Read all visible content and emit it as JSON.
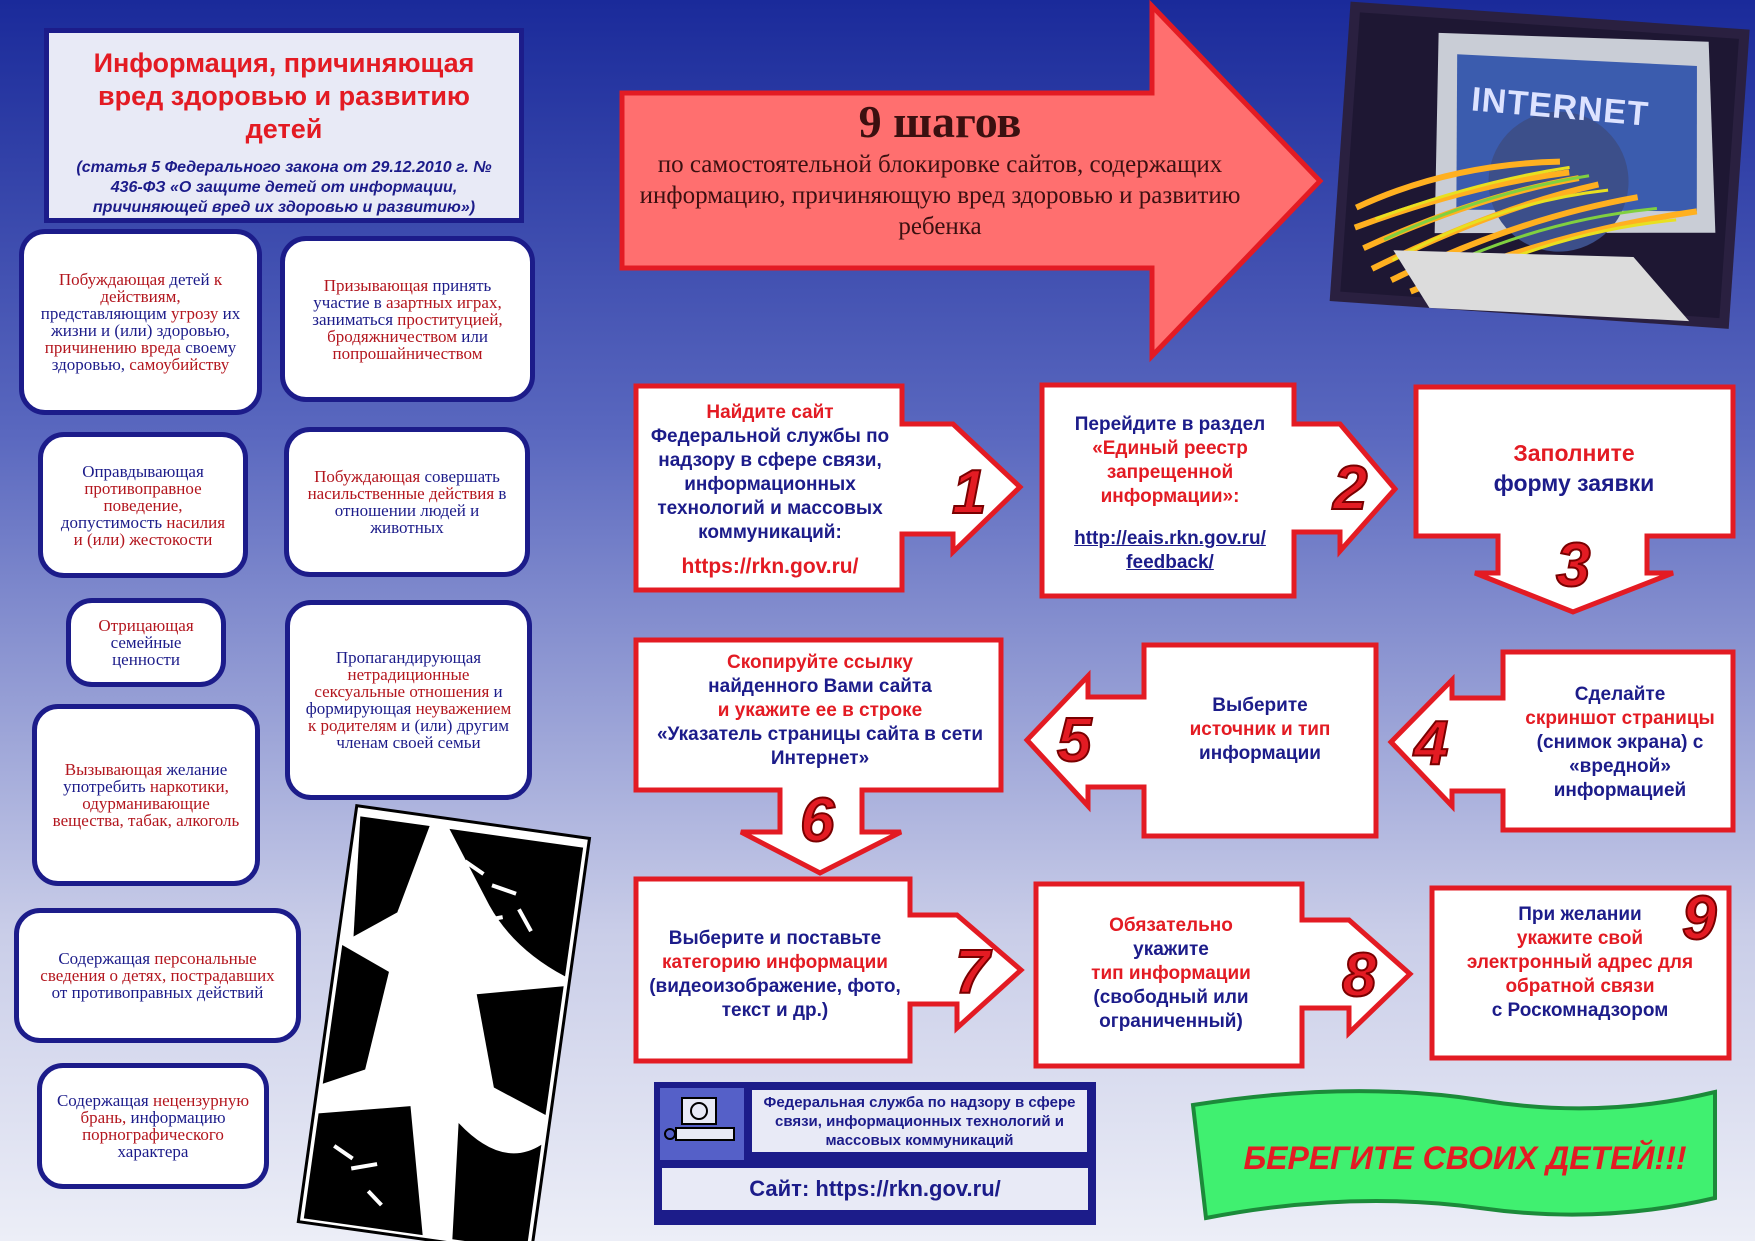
{
  "header": {
    "title": "Информация, причиняющая вред здоровью и развитию детей",
    "subtitle": "(статья 5 Федерального закона от 29.12.2010 г. № 436-ФЗ «О защите детей от информации, причиняющей вред  их здоровью и развитию»)"
  },
  "categories": [
    {
      "parts": [
        {
          "t": "Побуждающая",
          "r": true
        },
        {
          "t": " детей ",
          "r": false
        },
        {
          "t": "к действиям,",
          "r": true
        },
        {
          "t": " представляющим ",
          "r": false
        },
        {
          "t": "угрозу",
          "r": true
        },
        {
          "t": " их жизни и (или) здоровью, ",
          "r": false
        },
        {
          "t": "причинению вреда",
          "r": true
        },
        {
          "t": " своему здоровью, ",
          "r": false
        },
        {
          "t": "самоубийству",
          "r": true
        }
      ]
    },
    {
      "parts": [
        {
          "t": "Призывающая",
          "r": true
        },
        {
          "t": " принять участие в ",
          "r": false
        },
        {
          "t": "азартных играх,",
          "r": true
        },
        {
          "t": " заниматься ",
          "r": false
        },
        {
          "t": "проституцией, бродяжничеством",
          "r": true
        },
        {
          "t": " или ",
          "r": false
        },
        {
          "t": "попрошайничеством",
          "r": true
        }
      ]
    },
    {
      "parts": [
        {
          "t": "Оправдывающая ",
          "r": false
        },
        {
          "t": "противоправное поведение,",
          "r": true
        },
        {
          "t": " допустимость ",
          "r": false
        },
        {
          "t": "насилия и (или) жестокости",
          "r": true
        }
      ]
    },
    {
      "parts": [
        {
          "t": "Побуждающая",
          "r": true
        },
        {
          "t": " совершать ",
          "r": false
        },
        {
          "t": "насильственные действия",
          "r": true
        },
        {
          "t": " в отношении людей и животных",
          "r": false
        }
      ]
    },
    {
      "parts": [
        {
          "t": "Отрицающая",
          "r": true
        },
        {
          "t": " семейные ценности",
          "r": false
        }
      ]
    },
    {
      "parts": [
        {
          "t": "Пропагандирующая ",
          "r": false
        },
        {
          "t": "нетрадиционные сексуальные отношения",
          "r": true
        },
        {
          "t": " и формирующая ",
          "r": false
        },
        {
          "t": "неуважением к родителям",
          "r": true
        },
        {
          "t": " и (или) другим членам своей семьи",
          "r": false
        }
      ]
    },
    {
      "parts": [
        {
          "t": "Вызывающая",
          "r": true
        },
        {
          "t": " желание употребить ",
          "r": false
        },
        {
          "t": "наркотики, одурманивающие вещества, табак, алкоголь",
          "r": true
        }
      ]
    },
    {
      "parts": [
        {
          "t": "Содержащая ",
          "r": false
        },
        {
          "t": "персональные сведения о детях, пострадавших",
          "r": true
        },
        {
          "t": " от противоправных действий",
          "r": false
        }
      ]
    },
    {
      "parts": [
        {
          "t": "Содержащая ",
          "r": false
        },
        {
          "t": "нецензурную брань,",
          "r": true
        },
        {
          "t": " информацию ",
          "r": false
        },
        {
          "t": "порнографического",
          "r": true
        },
        {
          "t": " характера",
          "r": false
        }
      ]
    }
  ],
  "steps_header": {
    "big": "9 шагов",
    "small": "по самостоятельной блокировке сайтов, содержащих информацию, причиняющую вред здоровью и развитию ребенка"
  },
  "steps": [
    {
      "num": "1",
      "a": "Найдите сайт",
      "b": "Федеральной службы по надзору в сфере связи, информационных технологий и массовых коммуникаций:",
      "c": "https://rkn.gov.ru/"
    },
    {
      "num": "2",
      "a": "Перейдите в раздел",
      "b": "«Единый реестр запрещенной информации»:",
      "c": "http://eais.rkn.gov.ru/ feedback/"
    },
    {
      "num": "3",
      "a": "Заполните",
      "b": "форму заявки"
    },
    {
      "num": "4",
      "a": "Сделайте",
      "b": "скриншот страницы",
      "c": "(снимок экрана) с «вредной» информацией"
    },
    {
      "num": "5",
      "a": "Выберите",
      "b": "источник и тип",
      "c": "информации"
    },
    {
      "num": "6",
      "a": "Скопируйте ссылку",
      "b": "найденного Вами сайта",
      "c": "и укажите ее в строке",
      "d": "«Указатель страницы сайта в сети Интернет»"
    },
    {
      "num": "7",
      "a": "Выберите и поставьте",
      "b": "категорию информации",
      "c": "(видеоизображение, фото, текст и др.)"
    },
    {
      "num": "8",
      "a": "Обязательно",
      "b": "укажите",
      "c": "тип информации",
      "d": "(свободный или ограниченный)"
    },
    {
      "num": "9",
      "a": "При желании",
      "b": "укажите свой электронный адрес для обратной связи",
      "c": "с Роскомнадзором"
    }
  ],
  "footer": {
    "org": "Федеральная служба по надзору в сфере связи, информационных технологий и массовых коммуникаций",
    "site": "Сайт: https://rkn.gov.ru/"
  },
  "photo_text": "INTERNET",
  "slogan": "БЕРЕГИТЕ СВОИХ ДЕТЕЙ!!!"
}
